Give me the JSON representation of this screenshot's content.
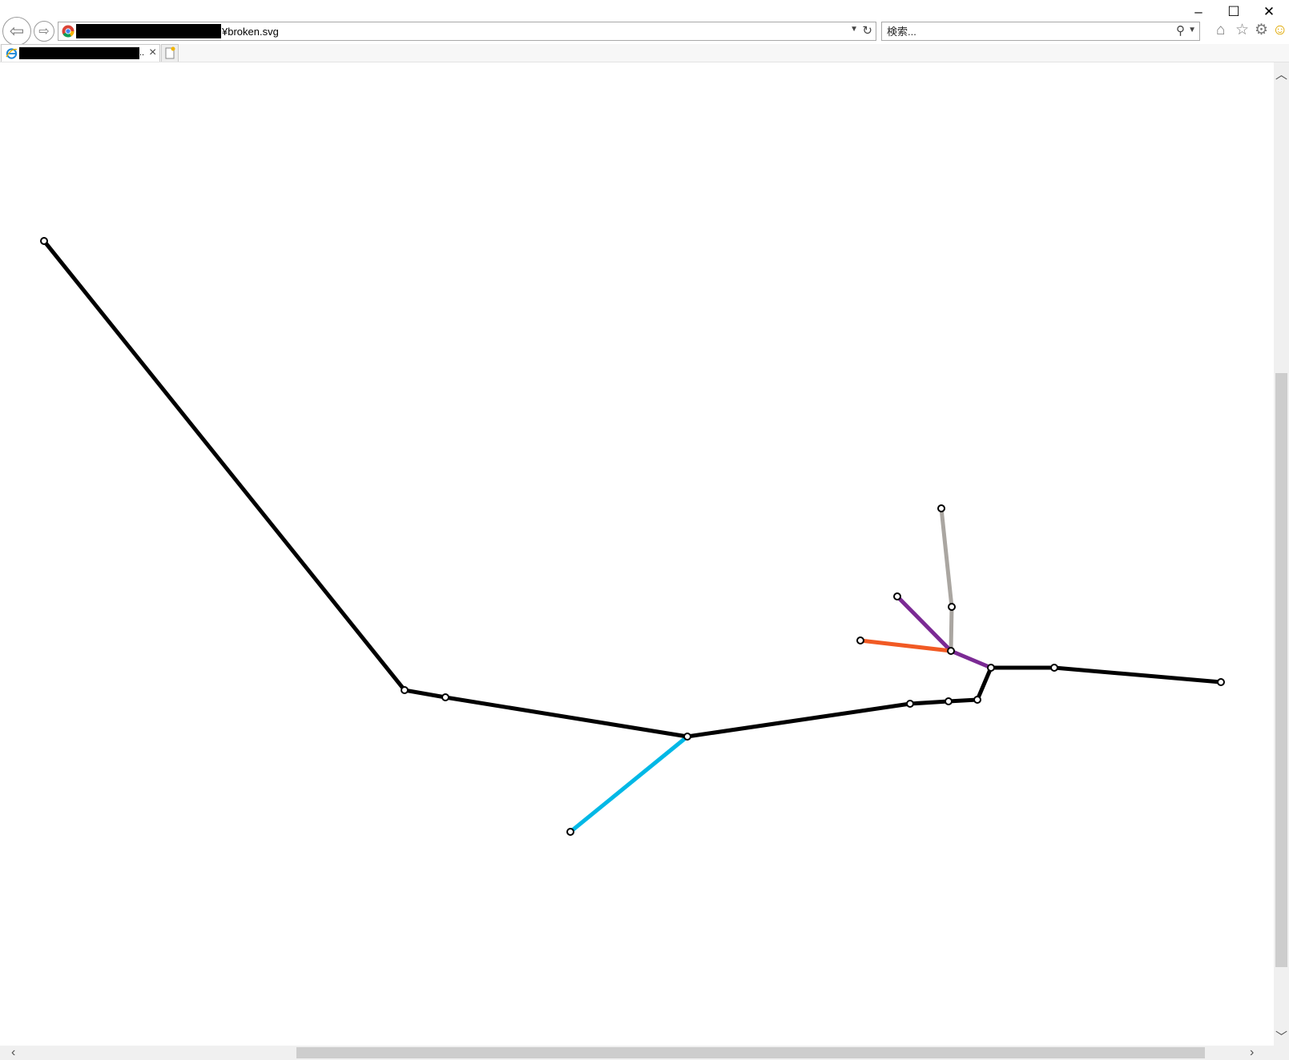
{
  "browser": {
    "address_bar": {
      "url_text": "¥broken.svg",
      "site_icon": "chrome-logo-icon",
      "dropdown_icon": "chevron-down-icon",
      "refresh_icon": "refresh-icon"
    },
    "search": {
      "placeholder": "検索...",
      "search_icon": "search-icon",
      "dropdown_icon": "chevron-down-icon"
    },
    "toolbar_icons": [
      "home-icon",
      "star-icon",
      "gear-icon",
      "smiley-icon"
    ],
    "window_controls": [
      "minimize-icon",
      "maximize-icon",
      "close-icon"
    ],
    "tab": {
      "title_suffix": "..",
      "icon": "ie-logo-icon"
    }
  },
  "svg_document": {
    "file": "broken.svg",
    "colors": {
      "main_line": "#000000",
      "cyan_branch": "#00b8e6",
      "gray_branch": "#aaa6a1",
      "purple_branch": "#7b2a94",
      "orange_branch": "#f15a24",
      "node_fill": "#ffffff",
      "node_stroke": "#000000"
    }
  },
  "scrollbars": {
    "vertical": {
      "position_fraction": 0.33
    },
    "horizontal": {
      "position_fraction": 0.24
    }
  }
}
